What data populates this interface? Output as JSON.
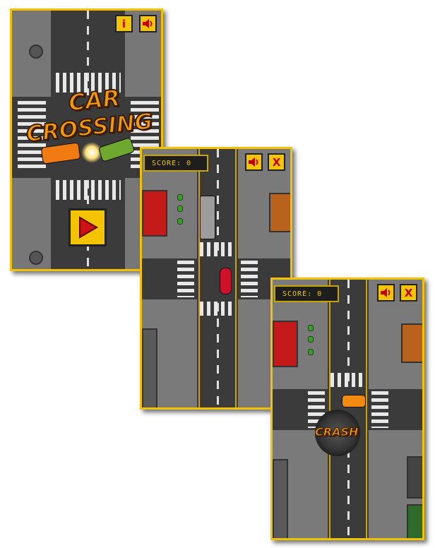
{
  "title_screen": {
    "title_line1": "CAR",
    "title_line2": "CROSSING",
    "info_label": "i",
    "sound_icon": "speaker-icon",
    "play_icon": "play-triangle-icon"
  },
  "gameplay_screen": {
    "score_label": "SCORE: 0",
    "sound_icon": "speaker-icon",
    "close_label": "X"
  },
  "crash_screen": {
    "score_label": "SCORE: 0",
    "sound_icon": "speaker-icon",
    "close_label": "X",
    "crash_label": "CRASH"
  },
  "colors": {
    "accent": "#f5c400",
    "road": "#3b3b3b",
    "sidewalk": "#7a7a7a",
    "red_building": "#c41a1a",
    "orange_building": "#b8621e"
  }
}
